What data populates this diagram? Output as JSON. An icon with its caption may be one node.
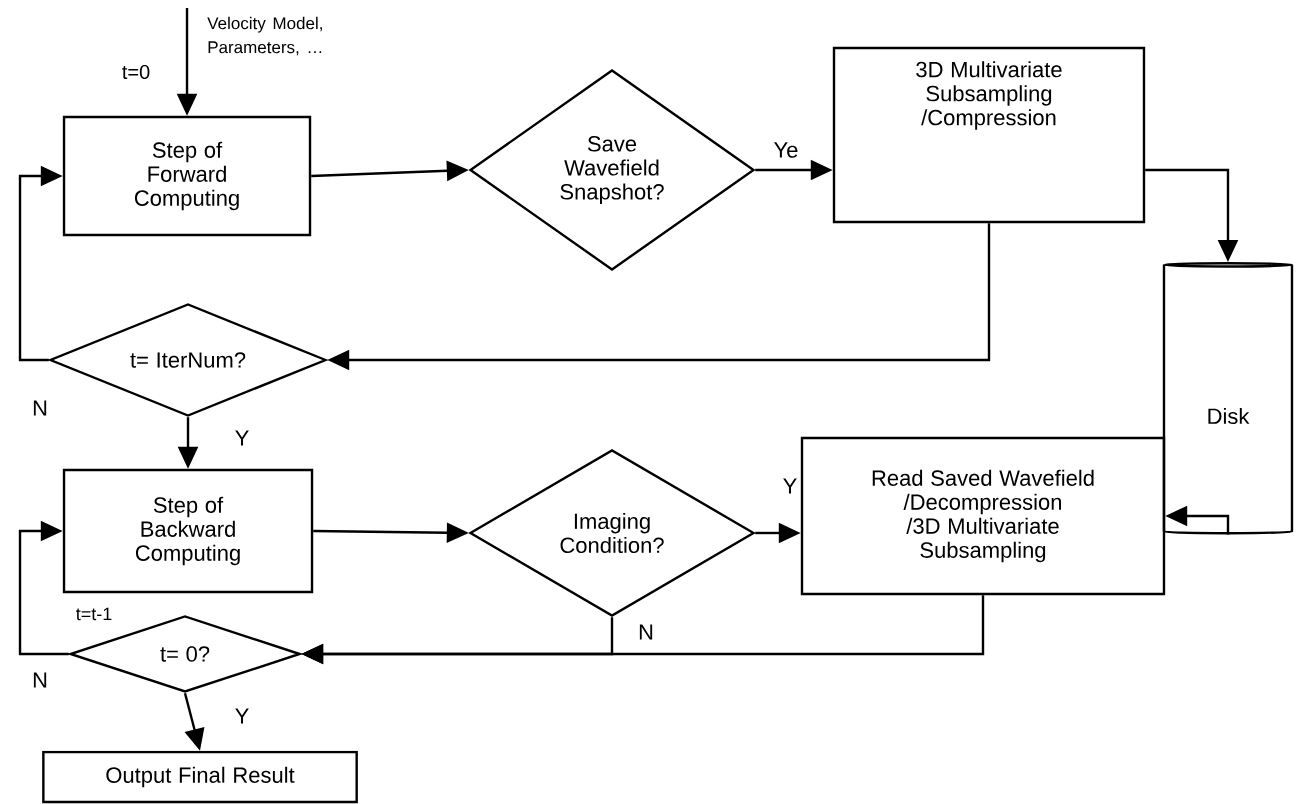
{
  "diagram": {
    "nodes": [
      {
        "text": [
          "Step of Forward Computing"
        ]
      },
      {
        "text": [
          "Save Wavefield Snapshot?"
        ]
      },
      {
        "text": [
          "3D Multivariate Subsampling /Compression"
        ]
      },
      {
        "text": [
          "Disk"
        ]
      },
      {
        "text": [
          "t= IterNum?"
        ]
      },
      {
        "text": [
          "Step of Backward Computing"
        ]
      },
      {
        "text": [
          "Imaging Condition?"
        ]
      },
      {
        "text": [
          "Read Saved Wavefield /Decompression /3D Multivariate Subsampling"
        ]
      },
      {
        "text": [
          "t= 0?"
        ]
      },
      {
        "text": [
          "Output Final Result"
        ]
      }
    ],
    "edges": [
      {
        "from": null,
        "to": 0,
        "arrow": "to",
        "label": "Velocity Model, Parameters, …"
      },
      {
        "from": 0,
        "to": 1,
        "arrow": "to"
      },
      {
        "from": 1,
        "to": 2,
        "arrow": "to",
        "label": "Ye"
      },
      {
        "from": 2,
        "to": 3,
        "arrow": "to"
      },
      {
        "from": 2,
        "to": 4,
        "arrow": "to"
      },
      {
        "from": 4,
        "to": 0,
        "arrow": "to",
        "label": "N"
      },
      {
        "from": 4,
        "to": 5,
        "arrow": "to",
        "label": "Y"
      },
      {
        "from": 5,
        "to": 6,
        "arrow": "to"
      },
      {
        "from": 6,
        "to": 7,
        "arrow": "to",
        "label": "Y"
      },
      {
        "from": 3,
        "to": 7,
        "arrow": "to"
      },
      {
        "from": 7,
        "to": 8,
        "arrow": "to"
      },
      {
        "from": 6,
        "to": 8,
        "arrow": "to",
        "label": "N"
      },
      {
        "from": 8,
        "to": 5,
        "arrow": "to",
        "label": "N"
      },
      {
        "from": 8,
        "to": 9,
        "arrow": "to",
        "label": "Y"
      }
    ],
    "labels": [
      "t=0",
      "t=t-1"
    ]
  }
}
